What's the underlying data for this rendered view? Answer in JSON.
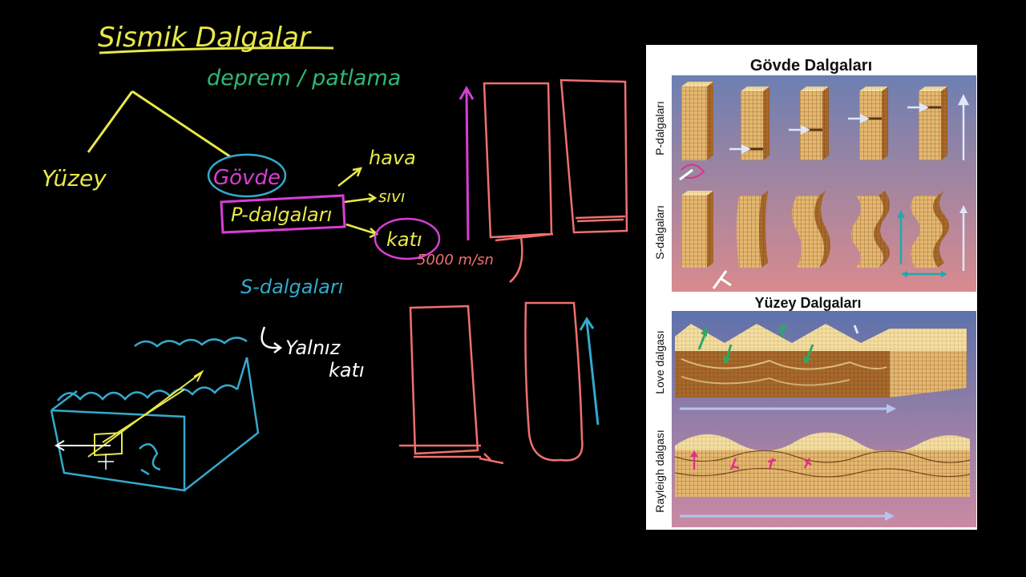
{
  "board": {
    "colors": {
      "yellow": "#e8e84a",
      "green": "#2fb877",
      "magenta": "#d93ed6",
      "teal": "#33aacc",
      "salmon": "#f07070",
      "white": "#ffffff"
    },
    "notes": {
      "title": "Sismik Dalgalar",
      "cause": "deprem / patlama",
      "surface": "Yüzey",
      "body": "Gövde",
      "p_waves": "P-dalgaları",
      "air": "hava",
      "liquid": "sıvı",
      "solid": "katı",
      "speed": "5000 m/sn",
      "s_waves": "S-dalgaları",
      "only": "Yalnız",
      "solid_only": "katı"
    }
  },
  "figure": {
    "body_title": "Gövde Dalgaları",
    "p_label": "P-dalgaları",
    "s_label": "S-dalgaları",
    "surface_title": "Yüzey Dalgaları",
    "love_label": "Love dalgası",
    "rayleigh_label": "Rayleigh dalgası",
    "palette": {
      "frame": "#ffffff",
      "panel_top": "#6c7fb2",
      "panel_bottom": "#d88b8e",
      "block_face": "#e5b871",
      "block_top": "#f3dea2",
      "block_side": "#a8692c",
      "grid_line": "#7a4a1c",
      "arrow_white": "#dfe6fb",
      "arrow_green": "#2ea866",
      "arrow_teal": "#1fa8b0",
      "arrow_pink": "#e0308a"
    }
  }
}
